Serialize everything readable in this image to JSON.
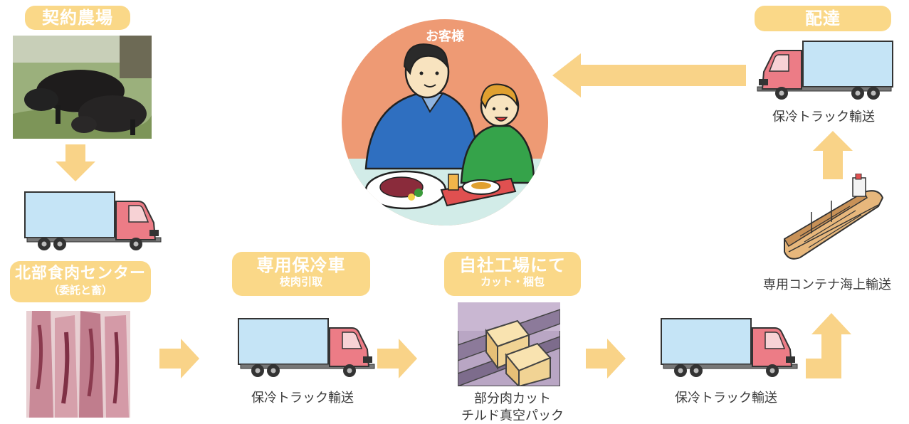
{
  "diagram": {
    "farm": {
      "label": "契約農場",
      "photo_icon": "black-pigs-photo"
    },
    "center": {
      "label": "北部食肉センター",
      "sublabel": "（委託と畜）",
      "photo_icon": "pork-carcass-photo"
    },
    "refrigerated_car": {
      "label": "専用保冷車",
      "sublabel": "枝肉引取",
      "caption": "保冷トラック輸送"
    },
    "factory": {
      "label": "自社工場にて",
      "sublabel": "カット・梱包",
      "caption_line1": "部分肉カット",
      "caption_line2": "チルド真空パック",
      "photo_icon": "boxes-on-conveyor-illustration"
    },
    "truck_to_port": {
      "caption": "保冷トラック輸送"
    },
    "ship": {
      "caption": "専用コンテナ海上輸送"
    },
    "delivery": {
      "label": "配達",
      "caption": "保冷トラック輸送"
    },
    "customer": {
      "label": "お客様",
      "icon": "family-eating-illustration"
    }
  },
  "colors": {
    "pill": "#fad888",
    "arrow": "#f9d388",
    "truck_box": "#c5e4f6",
    "truck_cab": "#ec7c86",
    "circle": "#ee9a74",
    "table": "#d2ece8"
  }
}
